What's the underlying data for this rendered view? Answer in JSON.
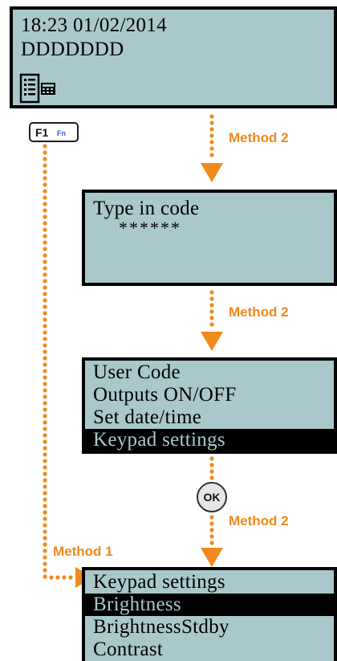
{
  "screen1": {
    "line1": "18:23 01/02/2014",
    "line2": "DDDDDDD",
    "icons": [
      "list-document-icon",
      "keypad-icon"
    ]
  },
  "screen2": {
    "prompt": "Type in code",
    "code_mask": "******"
  },
  "screen3": {
    "items": [
      "User Code",
      "Outputs ON/OFF",
      "Set date/time",
      "Keypad settings"
    ],
    "highlighted": "Keypad settings"
  },
  "screen4": {
    "items": [
      "Keypad settings",
      "Brightness",
      "BrightnessStdby",
      "Contrast"
    ],
    "highlighted": "Brightness"
  },
  "keys": {
    "f1": "F1",
    "fn": "Fn",
    "ok": "OK"
  },
  "labels": {
    "method2_a": "Method 2",
    "method2_b": "Method 2",
    "method2_c": "Method 2",
    "method1": "Method 1"
  },
  "colors": {
    "lcd_background": "#a9c8cb",
    "accent_orange": "#f08a1c",
    "fn_blue": "#2a5fd6"
  }
}
